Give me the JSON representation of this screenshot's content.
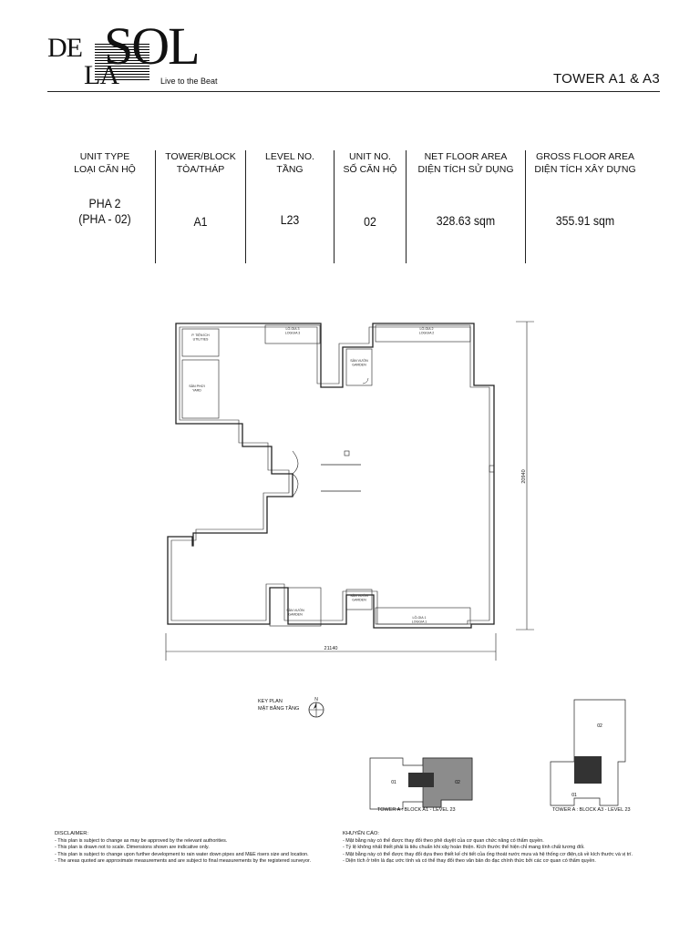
{
  "brand": {
    "logo_de": "DE",
    "logo_la": "LA",
    "logo_sol": "SOL",
    "tagline": "Live to the Beat"
  },
  "header": {
    "tower_title": "TOWER A1 & A3"
  },
  "spec": [
    {
      "label_en": "UNIT TYPE",
      "label_vi": "LOẠI CĂN HỘ",
      "value": "PHA 2",
      "value2": "(PHA - 02)"
    },
    {
      "label_en": "TOWER/BLOCK",
      "label_vi": "TÒA/THÁP",
      "value": "A1",
      "value2": ""
    },
    {
      "label_en": "LEVEL NO.",
      "label_vi": "TẦNG",
      "value": "L23",
      "value2": ""
    },
    {
      "label_en": "UNIT NO.",
      "label_vi": "SỐ CĂN HỘ",
      "value": "02",
      "value2": ""
    },
    {
      "label_en": "NET FLOOR AREA",
      "label_vi": "DIỆN TÍCH SỬ DỤNG",
      "value": "328.63 sqm",
      "value2": ""
    },
    {
      "label_en": "GROSS FLOOR AREA",
      "label_vi": "DIỆN TÍCH XÂY DỰNG",
      "value": "355.91 sqm",
      "value2": ""
    }
  ],
  "plan": {
    "rooms": {
      "utilities_vi": "P. TIỆN ÍCH",
      "utilities_en": "UTILITIES",
      "yard_vi": "SÂN PHƠI",
      "yard_en": "YARD",
      "loggia3_vi": "LÔ-GIA 3",
      "loggia3_en": "LOGGIA 3",
      "loggia2_vi": "LÔ-GIA 2",
      "loggia2_en": "LOGGIA 2",
      "garden_top_vi": "SÂN VƯỜN",
      "garden_top_en": "GARDEN",
      "garden_bottom_vi": "SÂN VƯỜN",
      "garden_bottom_en": "GARDEN",
      "garden_small_vi": "SÂN VƯỜN",
      "garden_small_en": "GARDEN",
      "loggia1_vi": "LÔ-GIA 1",
      "loggia1_en": "LOGGIA 1"
    },
    "dim_width": "21140",
    "dim_height": "20940"
  },
  "keyplan": {
    "label_en": "KEY PLAN",
    "label_vi": "MẶT BẰNG TẦNG",
    "north": "N",
    "a1_caption": "TOWER A : BLOCK A1 - LEVEL 23",
    "a3_caption": "TOWER A : BLOCK A3 - LEVEL 23",
    "a1_unit_left": "01",
    "a1_unit_right": "02",
    "a3_unit_top": "02",
    "a3_unit_bottom": "01"
  },
  "disclaimer": {
    "title": "DISCLAIMER:",
    "lines": [
      "- This plan is subject to change as may be approved by the relevant authorities.",
      "- This plan is drawn not to scale. Dimensions shown are indicative only.",
      "- This plan is subject to change upon further development to rain water down pipes and M&E risers size and location.",
      "- The areas quoted are approximate measurements and are subject to final measurements by the registered surveyor."
    ]
  },
  "khuyen_cao": {
    "title": "KHUYẾN CÁO:",
    "lines": [
      "- Mặt bằng này có thể được thay đổi theo phê duyệt của cơ quan chức năng có thẩm quyền.",
      "- Tỷ lệ không nhất thiết phải là tiêu chuẩn khi xây hoàn thiện. Kích thước thể hiện chỉ mang tính chất tương đối.",
      "- Mặt bằng này có thể được thay đổi dựa theo thiết kế chi tiết của ống thoát nước mưa và hệ thống cơ điện,cả về kích thước và vị trí.",
      "- Diện tích ở trên là đạc ước tính và có thể thay đổi theo văn bản đo đạc chính thức bởi các cơ quan có thẩm quyền."
    ]
  }
}
